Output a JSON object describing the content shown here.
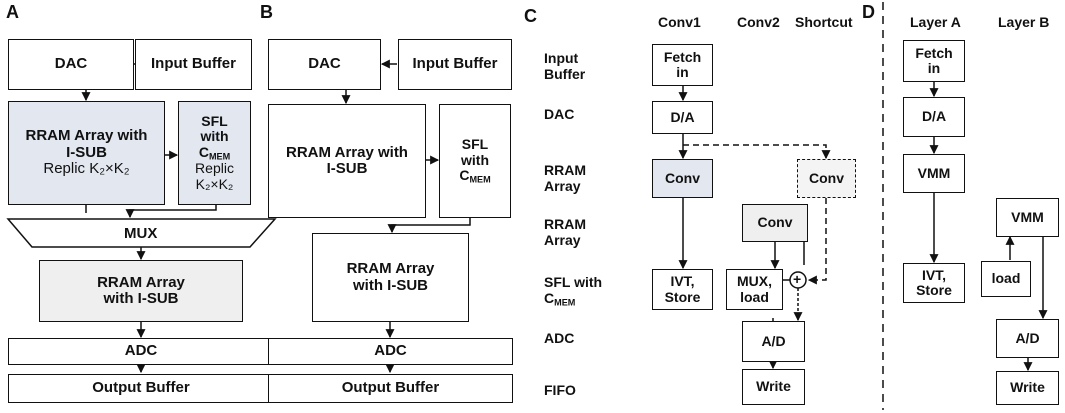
{
  "panels": {
    "a": "A",
    "b": "B",
    "c": "C",
    "d": "D"
  },
  "a": {
    "dac": "DAC",
    "input_buffer": "Input Buffer",
    "rram_l1": "RRAM Array with",
    "rram_l2": "I-SUB",
    "rram_l3": "Replic K₂×K₂",
    "sfl_l1": "SFL",
    "sfl_l2": "with",
    "sfl_l3": "C",
    "sfl_l3_sub": "MEM",
    "sfl_l4": "Replic",
    "sfl_l5": "K₂×K₂",
    "mux": "MUX",
    "rram2_l1": "RRAM Array",
    "rram2_l2": "with I-SUB",
    "adc": "ADC",
    "output_buffer": "Output Buffer"
  },
  "b": {
    "dac": "DAC",
    "input_buffer": "Input Buffer",
    "rram_l1": "RRAM Array with",
    "rram_l2": "I-SUB",
    "sfl_l1": "SFL",
    "sfl_l2": "with",
    "sfl_l3": "C",
    "sfl_l3_sub": "MEM",
    "rram2_l1": "RRAM Array",
    "rram2_l2": "with I-SUB",
    "adc": "ADC",
    "output_buffer": "Output Buffer"
  },
  "c": {
    "headers": {
      "conv1": "Conv1",
      "conv2": "Conv2",
      "shortcut": "Shortcut"
    },
    "rows": {
      "input_buffer_l1": "Input",
      "input_buffer_l2": "Buffer",
      "dac": "DAC",
      "rram1_l1": "RRAM",
      "rram1_l2": "Array",
      "rram2_l1": "RRAM",
      "rram2_l2": "Array",
      "sfl_l1": "SFL with",
      "sfl_l2": "C",
      "sfl_l2_sub": "MEM",
      "adc": "ADC",
      "fifo": "FIFO"
    },
    "fetch_l1": "Fetch",
    "fetch_l2": "in",
    "da": "D/A",
    "conv_a": "Conv",
    "conv_shortcut": "Conv",
    "conv_b": "Conv",
    "ivt_l1": "IVT,",
    "ivt_l2": "Store",
    "mux_l1": "MUX,",
    "mux_l2": "load",
    "plus": "+",
    "ad": "A/D",
    "write": "Write"
  },
  "d": {
    "headers": {
      "layer_a": "Layer A",
      "layer_b": "Layer B"
    },
    "fetch_l1": "Fetch",
    "fetch_l2": "in",
    "da": "D/A",
    "vmm_a": "VMM",
    "ivt_l1": "IVT,",
    "ivt_l2": "Store",
    "vmm_b": "VMM",
    "load": "load",
    "ad": "A/D",
    "write": "Write"
  }
}
